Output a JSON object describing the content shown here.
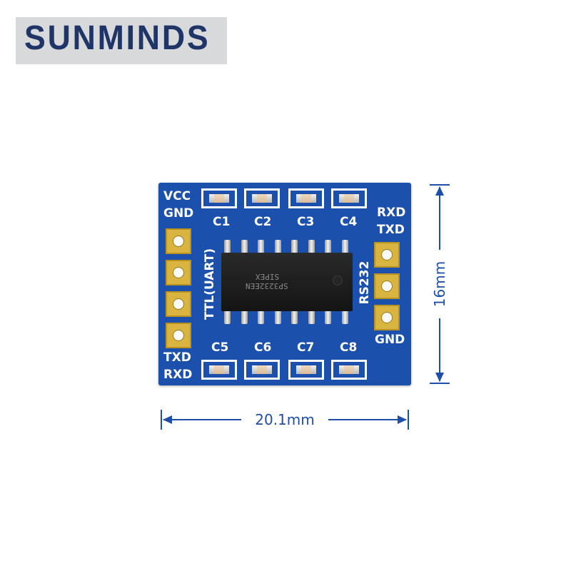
{
  "brand": {
    "text": "SUNMINDS"
  },
  "board": {
    "left_labels": {
      "top": [
        "VCC",
        "GND"
      ],
      "bottom": [
        "TXD",
        "RXD"
      ],
      "vertical": "TTL(UART)"
    },
    "right_labels": {
      "top": [
        "RXD",
        "TXD"
      ],
      "bottom": [
        "GND"
      ],
      "vertical": "RS232"
    },
    "caps_top": [
      "C1",
      "C2",
      "C3",
      "C4"
    ],
    "caps_bottom": [
      "C5",
      "C6",
      "C7",
      "C8"
    ],
    "chip_marking": [
      "SP3232EEN",
      "SIPEX"
    ]
  },
  "dimensions": {
    "width": "20.1mm",
    "height": "16mm"
  },
  "colors": {
    "board": "#1b50ad",
    "dimension": "#1e4fa8",
    "brand_text": "#1f3567"
  }
}
